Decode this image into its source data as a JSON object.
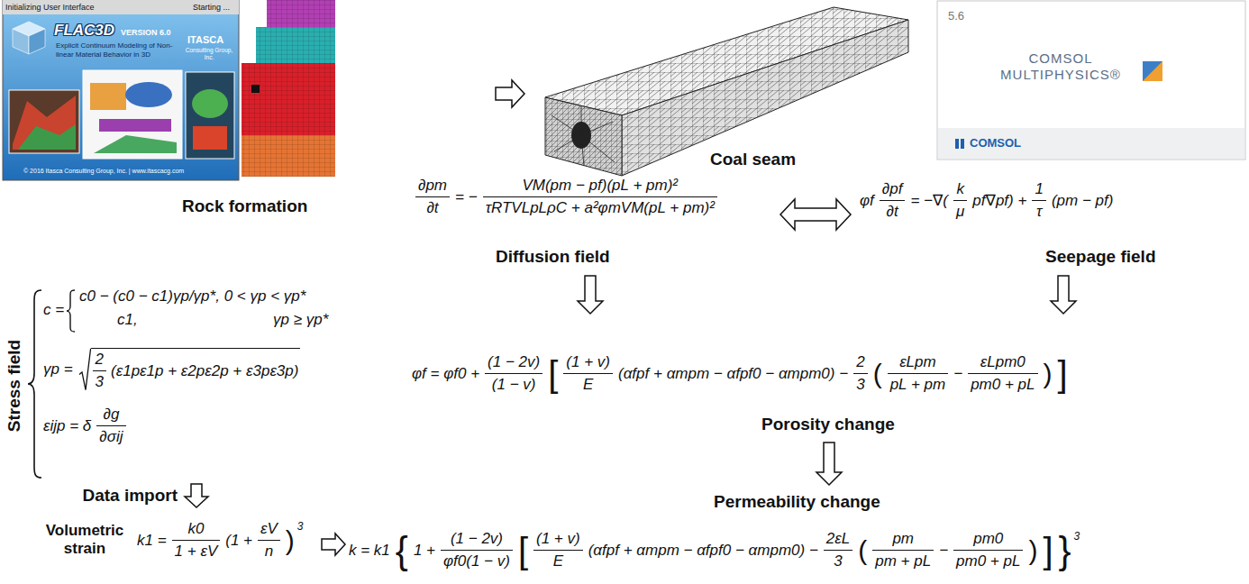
{
  "diagram": {
    "nodes": [
      {
        "text": [
          "Rock formation"
        ]
      },
      {
        "text": [
          "Coal seam"
        ]
      },
      {
        "text": [
          "∂pm",
          "∂t",
          "= −",
          "VM(pm − pf)(pL + pm)²",
          "τRTVLpLρC + a²φmVM(pL + pm)²",
          "Diffusion field"
        ]
      },
      {
        "text": [
          "φf",
          "∂pf",
          "∂t",
          "= −∇(",
          "k",
          "μ",
          "pf∇pf) +",
          "1",
          "τ",
          "(pm − pf)",
          "Seepage field"
        ]
      },
      {
        "text": [
          "Stress field",
          "c =",
          "c0 − (c0 − c1)γp/γp*, 0 < γp < γp*",
          "c1,",
          "γp ≥ γp*",
          "γp =",
          "2",
          "3",
          "(ε1pε1p + ε2pε2p + ε3pε3p)",
          "εijp = δ",
          "∂g",
          "∂σij"
        ]
      },
      {
        "text": [
          "φf = φf0 +",
          "(1 − 2v)",
          "(1 − v)",
          "[",
          "(1 + v)",
          "E",
          "(αfpf + αmpm − αfpf0 − αmpm0) −",
          "2",
          "3",
          "(",
          "εLpm",
          "pL + pm",
          "−",
          "εLpm0",
          "pm0 + pL",
          ")",
          "]",
          "Porosity change"
        ]
      },
      {
        "text": [
          "Permeability change",
          "k = k1",
          "{",
          "1 +",
          "(1 − 2v)",
          "φf0(1 − v)",
          "[",
          "(1 + v)",
          "E",
          "(αfpf + αmpm − αfpf0 − αmpm0) −",
          "2εL",
          "3",
          "(",
          "pm",
          "pm + pL",
          "−",
          "pm0",
          "pm0 + pL",
          ")",
          "]",
          "}",
          "3"
        ]
      },
      {
        "text": [
          "Volumetric strain",
          "k1 =",
          "k0",
          "1 + εV",
          "(1 +",
          "εV",
          "n",
          ")",
          "3"
        ]
      }
    ],
    "edges": [
      {
        "from": 0,
        "to": 1,
        "arrow": "to"
      },
      {
        "from": 2,
        "to": 3,
        "arrow": "both"
      },
      {
        "from": 2,
        "to": 5,
        "arrow": "to"
      },
      {
        "from": 3,
        "to": 5,
        "arrow": "to"
      },
      {
        "from": 5,
        "to": 6,
        "arrow": "to"
      },
      {
        "from": 4,
        "to": 7,
        "arrow": "to",
        "label": "Data import"
      },
      {
        "from": 7,
        "to": 6,
        "arrow": "to"
      }
    ],
    "labels": [
      "Initializing User Interface",
      "Starting ...",
      "FLAC3D",
      "VERSION 6.0",
      "Explicit Continuum Modeling of Non-linear Material Behavior in 3D",
      "ITASCA",
      "Consulting Group, Inc.",
      "© 2016 Itasca Consulting Group, Inc. | www.itascacg.com",
      "5.6",
      "COMSOL MULTIPHYSICS®",
      "COMSOL"
    ]
  }
}
